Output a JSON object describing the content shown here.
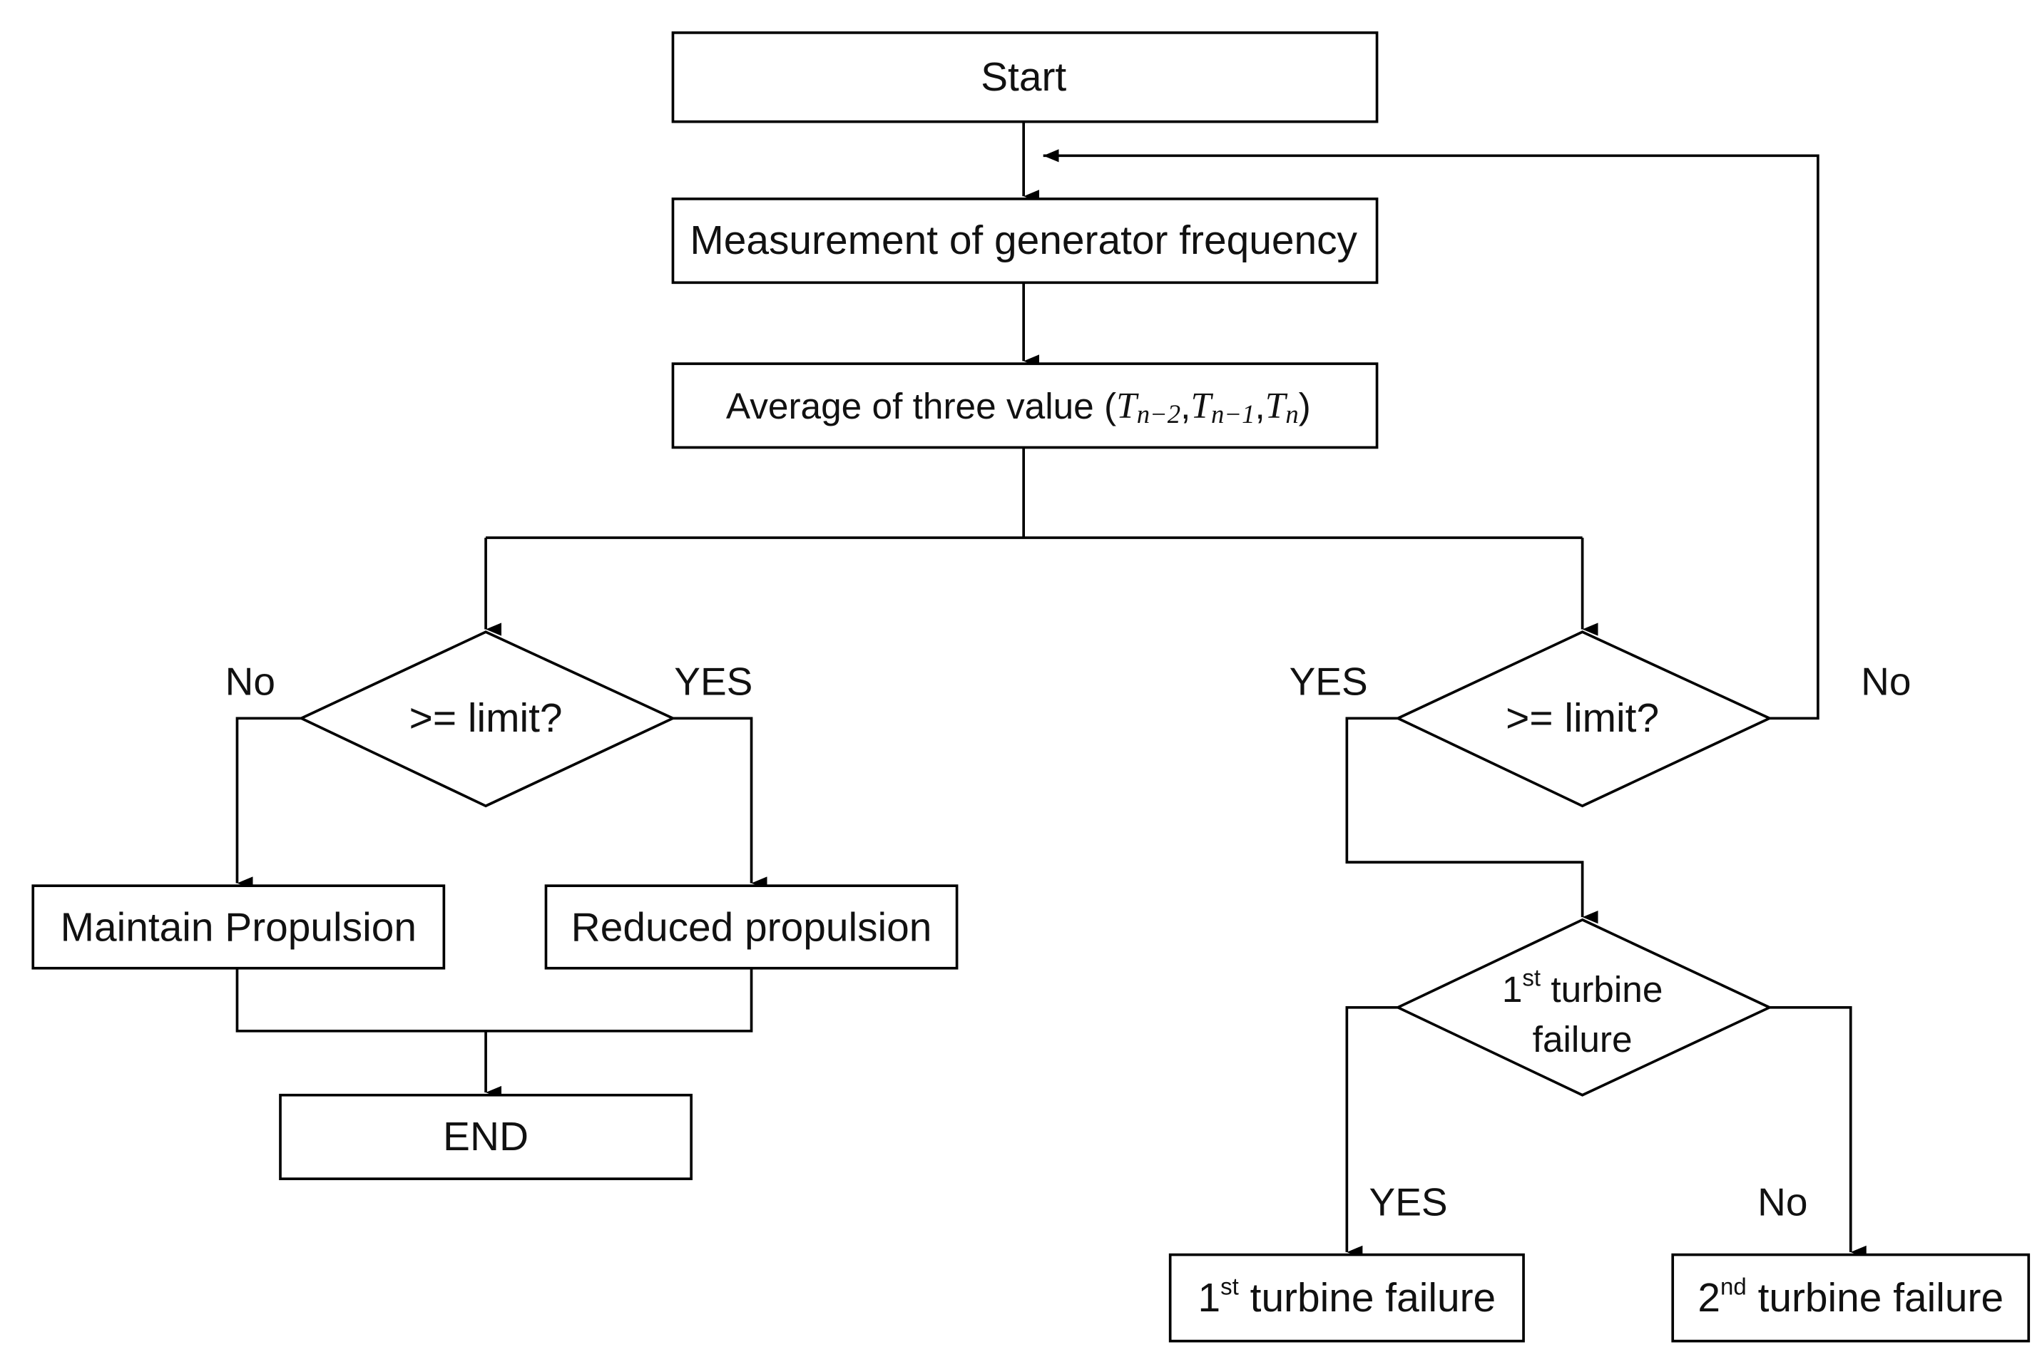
{
  "nodes": {
    "start": "Start",
    "measure": "Measurement of generator frequency",
    "average": {
      "text": "Average of three value",
      "open": "(",
      "sym": "T",
      "subs": [
        "n−2",
        "n−1",
        "n"
      ],
      "sep": ",",
      "close": ")"
    },
    "left_decision": ">= limit?",
    "right_decision": ">= limit?",
    "maintain": "Maintain Propulsion",
    "reduced": "Reduced propulsion",
    "end": "END",
    "turbine_decision": {
      "num": "1",
      "sup": "st",
      "line1": "turbine",
      "line2": "failure"
    },
    "first_failure": {
      "num": "1",
      "sup": "st",
      "text": "turbine failure"
    },
    "second_failure": {
      "num": "2",
      "sup": "nd",
      "text": "turbine failure"
    }
  },
  "edge_labels": {
    "left_no": "No",
    "left_yes": "YES",
    "right_yes": "YES",
    "right_no": "No",
    "turbine_yes": "YES",
    "turbine_no": "No"
  }
}
